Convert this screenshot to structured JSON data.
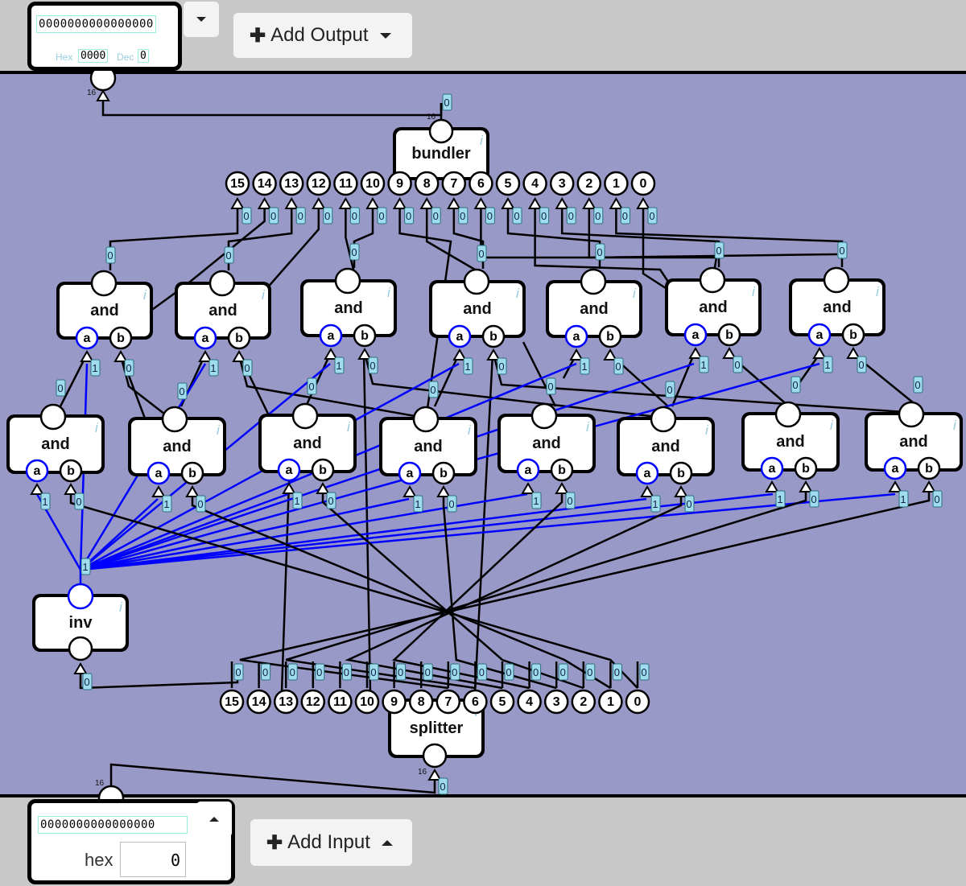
{
  "output_panel": {
    "bits": "0000000000000000",
    "hex_label": "Hex",
    "hex_value": "0000",
    "dec_label": "Dec",
    "dec_value": "0"
  },
  "add_output_label": "Add Output",
  "add_input_label": "Add Input",
  "input_panel": {
    "bits": "0000000000000000",
    "format_label": "hex",
    "value": "0"
  },
  "components": {
    "bundler_label": "bundler",
    "splitter_label": "splitter",
    "and_label": "and",
    "inv_label": "inv",
    "port_a": "a",
    "port_b": "b",
    "info_glyph": "i",
    "bus_width": "16",
    "wire_value_0": "0",
    "wire_value_1": "1",
    "bit_indices": [
      "15",
      "14",
      "13",
      "12",
      "11",
      "10",
      "9",
      "8",
      "7",
      "6",
      "5",
      "4",
      "3",
      "2",
      "1",
      "0"
    ]
  },
  "icons": {
    "plus": "plus-icon",
    "caret_down": "caret-down-icon",
    "caret_up": "caret-up-icon"
  },
  "colors": {
    "canvas": "#9999c8",
    "active_wire": "#0000ff",
    "wire": "#000000",
    "value_box": "#9fdcee"
  }
}
